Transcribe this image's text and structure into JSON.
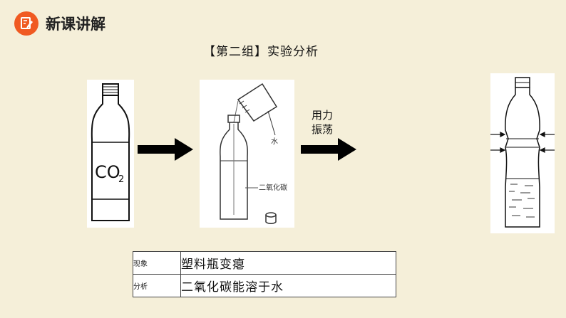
{
  "header": {
    "title": "新课讲解",
    "icon": "pencil-note-icon",
    "accent_color": "#f05a22"
  },
  "subtitle": "【第二组】实验分析",
  "figure1": {
    "bottle_label": "CO",
    "bottle_label_sub": "2"
  },
  "figure2": {
    "water_label": "水",
    "co2_label": "二氧化碳"
  },
  "action": {
    "line1": "用力",
    "line2": "振荡"
  },
  "analysis_table": {
    "rows": [
      {
        "key": "现象",
        "value": "塑料瓶变瘪"
      },
      {
        "key": "分析",
        "value": "二氧化碳能溶于水"
      }
    ]
  }
}
